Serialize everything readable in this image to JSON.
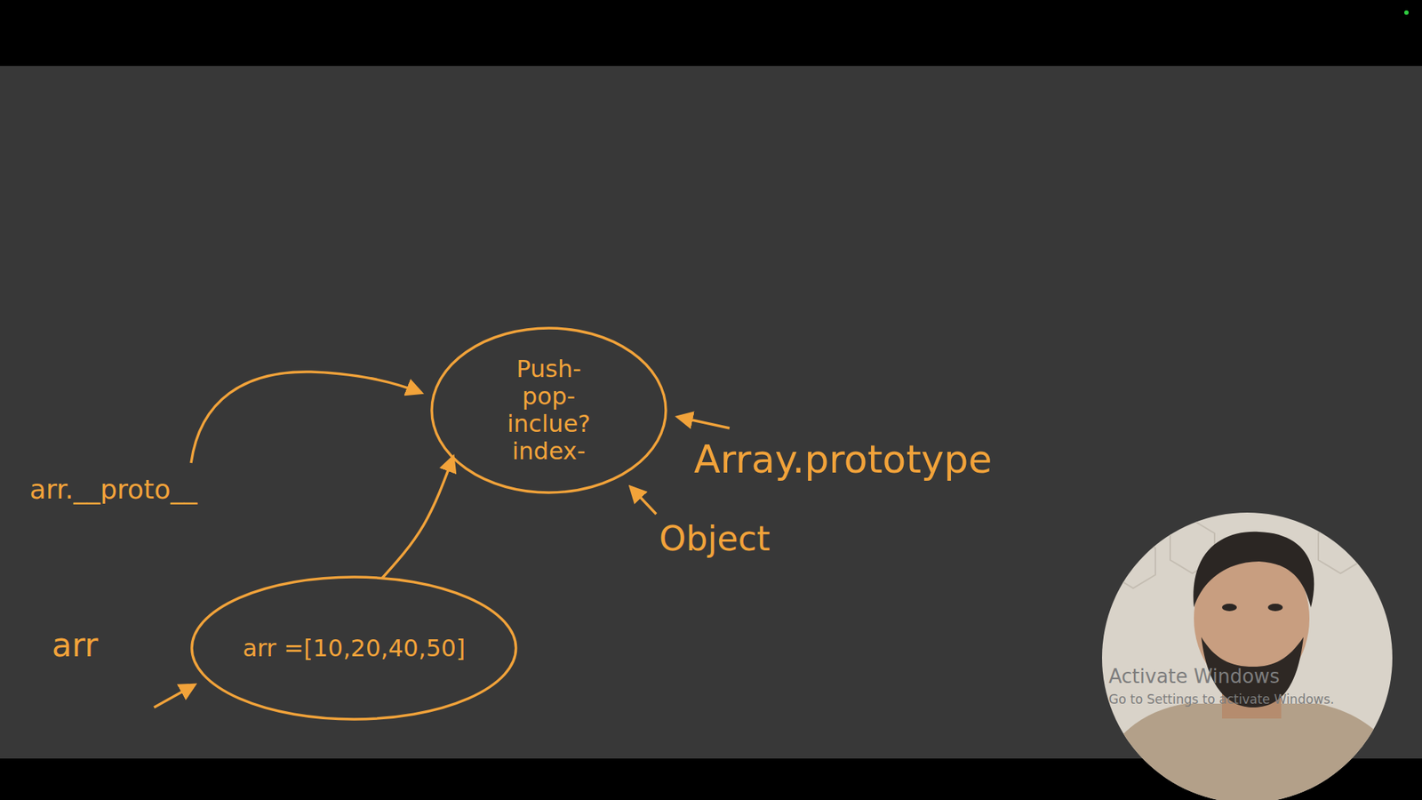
{
  "diagram": {
    "nodes": [
      {
        "text": [
          "Push-",
          "pop-",
          "inclue?",
          "index-"
        ]
      },
      {
        "text": [
          "arr =[10,20,40,50]"
        ]
      }
    ],
    "edges": [
      {
        "from": 1,
        "to": 0,
        "arrow": "to"
      }
    ],
    "labels": [
      "arr.__proto__",
      "arr",
      "Array.prototype",
      "Object",
      "Activate Windows",
      "Go to Settings to activate Windows."
    ]
  }
}
